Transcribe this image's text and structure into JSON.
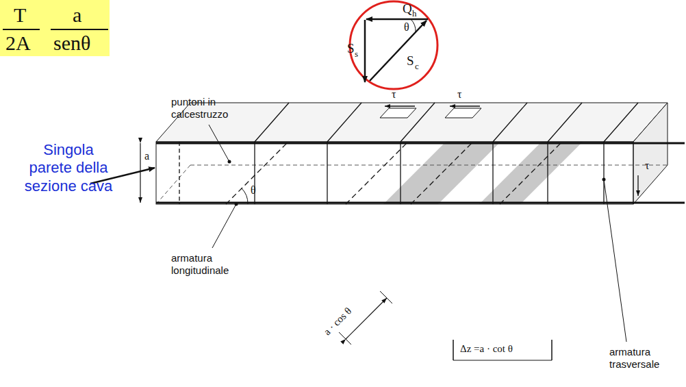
{
  "diagram": {
    "labels": [
      "T",
      "2A",
      "a",
      "senθ",
      "Q",
      "h",
      "θ",
      "S",
      "s",
      "S",
      "c",
      "puntoni in calcestruzzo",
      "τ",
      "τ",
      "τ",
      "a",
      "θ",
      "Singola parete della sezione cava",
      "armatura longitudinale",
      "a · cos θ",
      "Δz =a · cot θ",
      "armatura trasversale"
    ]
  }
}
